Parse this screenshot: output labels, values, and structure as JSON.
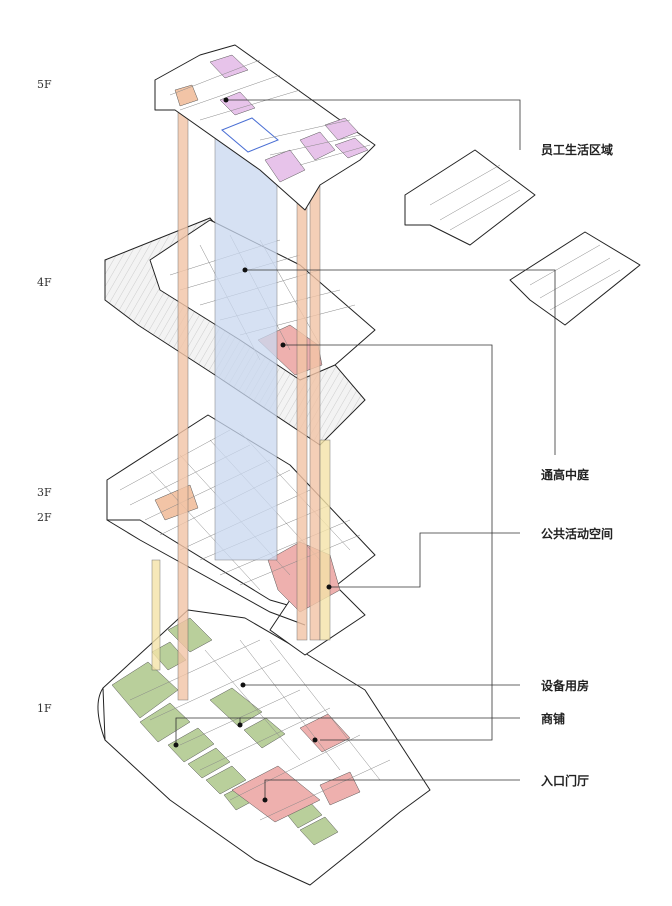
{
  "floor_labels": [
    "5F",
    "4F",
    "3F",
    "2F",
    "1F"
  ],
  "callouts": [
    "员工生活区域",
    "通高中庭",
    "公共活动空间",
    "设备用房",
    "商铺",
    "入口门厅"
  ],
  "colors": {
    "atrium_blue": "#c9d8f0",
    "public_pink": "#eeb0ae",
    "shop_green": "#b9cf9b",
    "staff_purple": "#e7c3ea",
    "stair_orange": "#f2c4a6",
    "yellow_column": "#f4e3a8",
    "outline": "#222222"
  }
}
